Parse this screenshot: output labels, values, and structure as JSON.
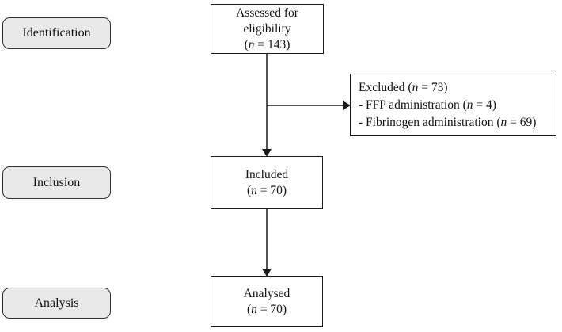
{
  "diagram": {
    "stages": [
      {
        "label": "Identification"
      },
      {
        "label": "Inclusion"
      },
      {
        "label": "Analysis"
      }
    ],
    "nodes": {
      "assessed": {
        "line1": "Assessed for",
        "line2": "eligibility",
        "n_pre": "(",
        "n_italic": "n",
        "n_post": " = 143)"
      },
      "included": {
        "line1": "Included",
        "n_pre": "(",
        "n_italic": "n",
        "n_post": " = 70)"
      },
      "analysed": {
        "line1": "Analysed",
        "n_pre": "(",
        "n_italic": "n",
        "n_post": " = 70)"
      },
      "excluded": {
        "lines": [
          {
            "pre": "Excluded (",
            "n": "n",
            "post": " = 73)"
          },
          {
            "pre": "- FFP administration (",
            "n": "n",
            "post": " = 4)"
          },
          {
            "pre": "- Fibrinogen administration (",
            "n": "n",
            "post": " = 69)"
          }
        ]
      }
    },
    "colors": {
      "stage_fill": "#e9e9e9",
      "stage_border": "#2f2f2f",
      "box_border": "#1c1c1c",
      "connector": "#1a1a1a",
      "background": "#ffffff"
    }
  }
}
